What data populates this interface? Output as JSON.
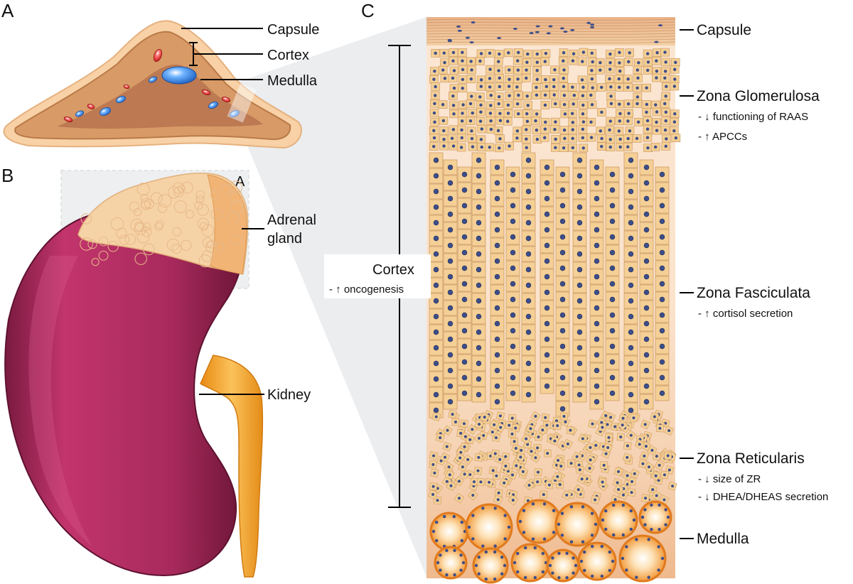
{
  "panels": {
    "a": "A",
    "b": "B",
    "c": "C",
    "inset": "A"
  },
  "panel_a": {
    "capsule": "Capsule",
    "cortex": "Cortex",
    "medulla": "Medulla"
  },
  "panel_b": {
    "adrenal_line1": "Adrenal",
    "adrenal_line2": "gland",
    "kidney": "Kidney"
  },
  "panel_c": {
    "capsule": "Capsule",
    "cortex": "Cortex",
    "cortex_note": "- ↑ oncogenesis",
    "zg": "Zona Glomerulosa",
    "zg_note1": "- ↓ functioning of RAAS",
    "zg_note2": "- ↑ APCCs",
    "zf": "Zona Fasciculata",
    "zf_note1": "- ↑ cortisol secretion",
    "zr": "Zona Reticularis",
    "zr_note1": "- ↓ size of ZR",
    "zr_note2": "- ↓ DHEA/DHEAS secretion",
    "medulla": "Medulla"
  },
  "colors": {
    "kidney": "#8e1f4a",
    "kidney_light": "#c2356c",
    "adrenal": "#f6cf9c",
    "cortex_tissue": "#d99a66",
    "ureter": "#f3a32a",
    "cell": "#f4cf96",
    "nucleus": "#3d4e8a",
    "medulla_cell": "#f08a2c",
    "vein": "#2f7fd6",
    "artery": "#d92a2a"
  }
}
